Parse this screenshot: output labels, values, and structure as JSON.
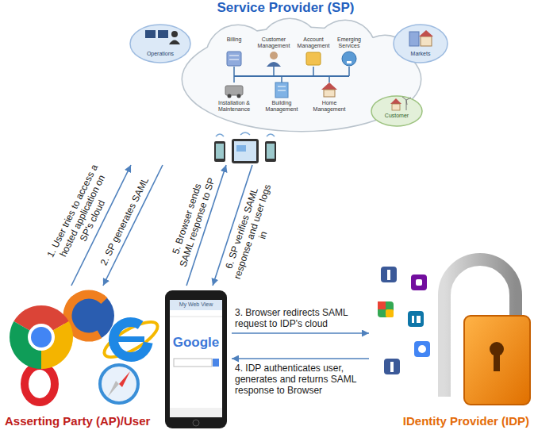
{
  "diagram": {
    "nodes": [
      {
        "text": [
          "Service Provider (SP)"
        ]
      },
      {
        "text": [
          "Asserting Party (AP)/User"
        ]
      },
      {
        "text": [
          "IDentity Provider (IDP)"
        ]
      }
    ],
    "edges": [
      {
        "from": 1,
        "to": 0,
        "arrow": "to",
        "label": "1. User tries to access a hosted application on SP's cloud"
      },
      {
        "from": 0,
        "to": 1,
        "arrow": "to",
        "label": "2. SP generates SAML"
      },
      {
        "from": 1,
        "to": 2,
        "arrow": "to",
        "label": "3. Browser redirects SAML request to IDP's cloud"
      },
      {
        "from": 2,
        "to": 1,
        "arrow": "to",
        "label": "4. IDP authenticates user, generates and returns SAML response to Browser"
      },
      {
        "from": 1,
        "to": 0,
        "arrow": "to",
        "label": "5. Browser sends SAML response to SP"
      },
      {
        "from": 0,
        "to": 1,
        "arrow": "to",
        "label": "6. SP verifies SAML response and user logs in"
      }
    ],
    "labels": [
      "Operations",
      "Billing",
      "Customer Management",
      "Account Management",
      "Emerging Services",
      "Markets",
      "Installation & Maintenance",
      "Building Management",
      "Home Management",
      "Customer",
      "My Web View",
      "Google"
    ]
  }
}
